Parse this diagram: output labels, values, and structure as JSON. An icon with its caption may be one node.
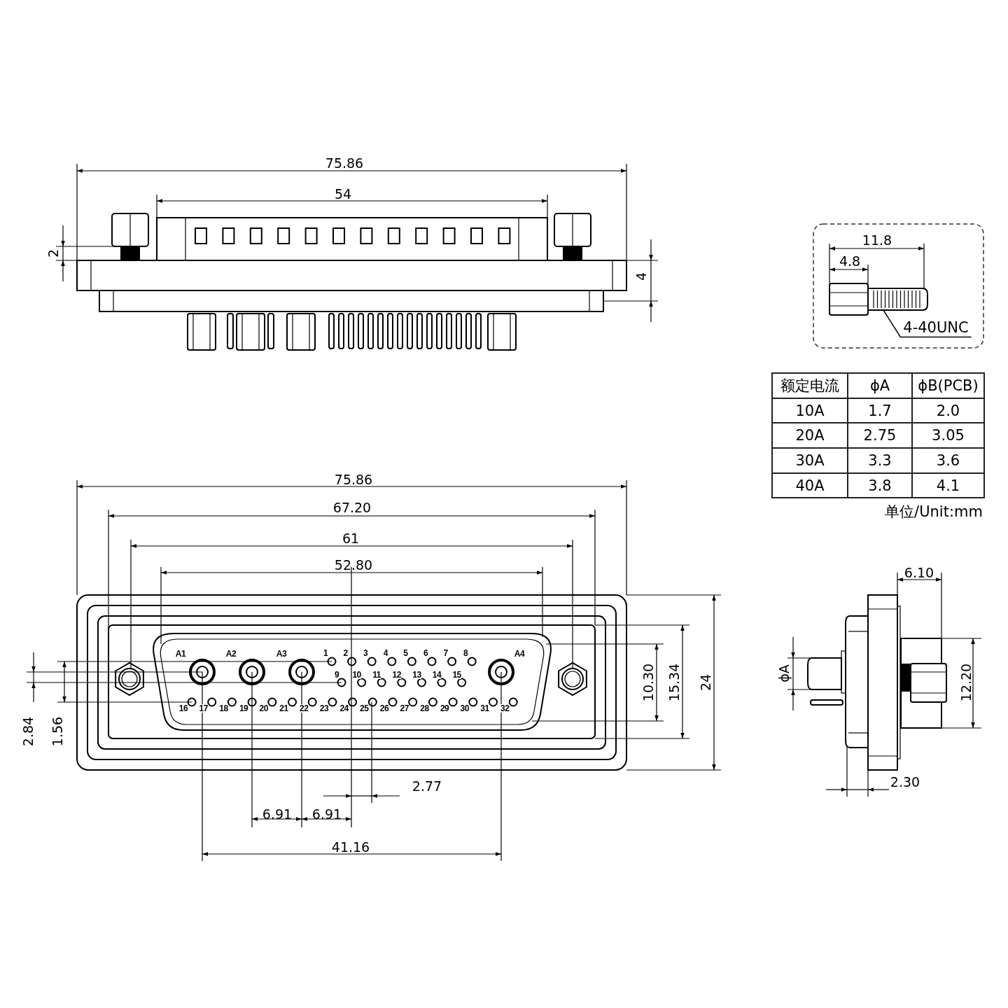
{
  "diagram": {
    "nodes": [
      {
        "text": [
          "4-40UNC"
        ]
      },
      {
        "text": [],
        "shape": "picture"
      }
    ],
    "edges": [
      {
        "from": 0,
        "to": 1,
        "arrow": "none"
      }
    ],
    "labels": [
      "75.86",
      "54",
      "2",
      "4",
      "11.8",
      "4.8",
      "额定电流",
      "ϕA",
      "ϕB(PCB)",
      "10A",
      "1.7",
      "2.0",
      "20A",
      "2.75",
      "3.05",
      "30A",
      "3.3",
      "3.6",
      "40A",
      "3.8",
      "4.1",
      "单位/Unit:mm",
      "75.86",
      "67.20",
      "61",
      "52.80",
      "6.10",
      "A1",
      "A2",
      "A3",
      "1",
      "2",
      "3",
      "4",
      "5",
      "6",
      "7",
      "8",
      "A4",
      "9",
      "10",
      "11",
      "12",
      "13",
      "14",
      "15",
      "16",
      "17",
      "18",
      "19",
      "20",
      "21",
      "22",
      "23",
      "24",
      "25",
      "26",
      "27",
      "28",
      "29",
      "30",
      "31",
      "32",
      "2.84",
      "1.56",
      "10.30",
      "15.34",
      "24",
      "ϕA",
      "12.20",
      "2.77",
      "6.91",
      "6.91",
      "2.30",
      "41.16"
    ]
  }
}
